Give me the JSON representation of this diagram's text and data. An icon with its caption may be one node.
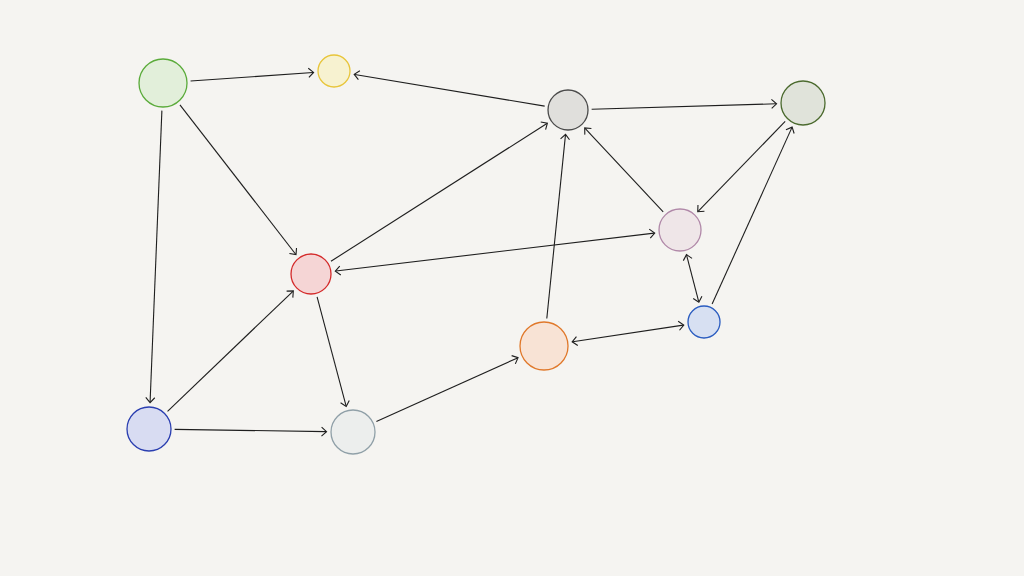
{
  "diagram": {
    "nodes": [
      {
        "text": [],
        "shape": "circle"
      },
      {
        "text": [],
        "shape": "circle"
      },
      {
        "text": [],
        "shape": "circle"
      },
      {
        "text": [],
        "shape": "circle"
      },
      {
        "text": [],
        "shape": "circle"
      },
      {
        "text": [],
        "shape": "circle"
      },
      {
        "text": [],
        "shape": "circle"
      },
      {
        "text": [],
        "shape": "circle"
      },
      {
        "text": [],
        "shape": "circle"
      },
      {
        "text": [],
        "shape": "circle"
      }
    ],
    "edges": [
      {
        "from": 1,
        "to": 3,
        "arrow": "to"
      },
      {
        "from": 6,
        "to": 3,
        "arrow": "to"
      },
      {
        "from": 6,
        "to": 9,
        "arrow": "to"
      },
      {
        "from": 1,
        "to": 2,
        "arrow": "to"
      },
      {
        "from": 1,
        "to": 0,
        "arrow": "to"
      },
      {
        "from": 2,
        "to": 6,
        "arrow": "to"
      },
      {
        "from": 2,
        "to": 7,
        "arrow": "both"
      },
      {
        "from": 7,
        "to": 6,
        "arrow": "to"
      },
      {
        "from": 9,
        "to": 7,
        "arrow": "to"
      },
      {
        "from": 8,
        "to": 9,
        "arrow": "to"
      },
      {
        "from": 7,
        "to": 8,
        "arrow": "both"
      },
      {
        "from": 5,
        "to": 8,
        "arrow": "both"
      },
      {
        "from": 5,
        "to": 6,
        "arrow": "to"
      },
      {
        "from": 4,
        "to": 5,
        "arrow": "to"
      },
      {
        "from": 2,
        "to": 4,
        "arrow": "to"
      },
      {
        "from": 0,
        "to": 2,
        "arrow": "to"
      },
      {
        "from": 0,
        "to": 4,
        "arrow": "to"
      }
    ]
  }
}
